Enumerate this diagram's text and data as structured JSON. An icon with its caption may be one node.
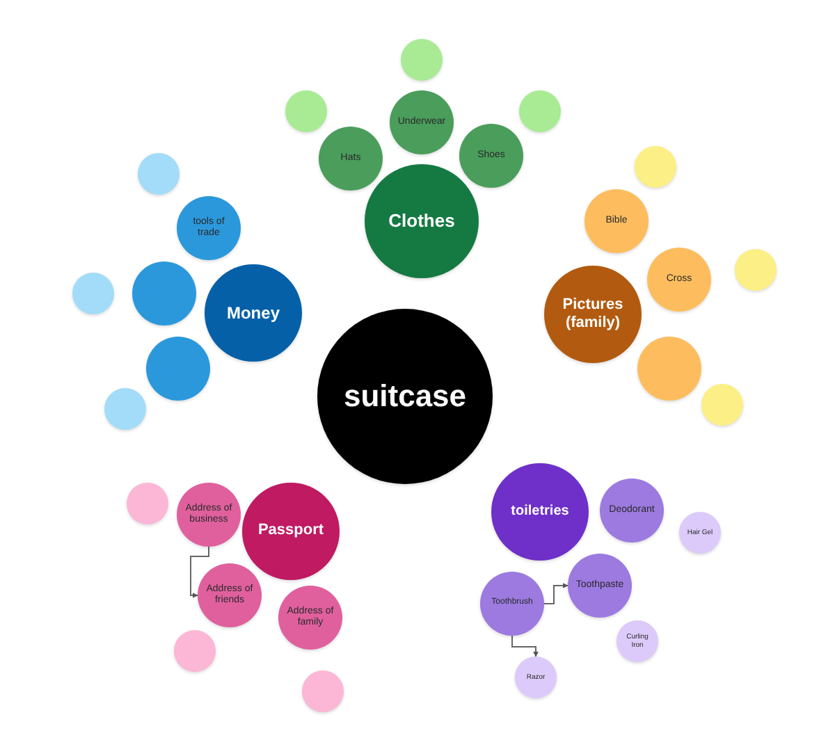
{
  "diagram": {
    "nodes": [
      {
        "text": [
          "suitcase"
        ]
      },
      {
        "text": [
          "Clothes"
        ]
      },
      {
        "text": [
          "Hats"
        ]
      },
      {
        "text": [
          "Underwear"
        ]
      },
      {
        "text": [
          "Shoes"
        ]
      },
      {
        "text": [],
        "shape": "circle"
      },
      {
        "text": [],
        "shape": "circle"
      },
      {
        "text": [],
        "shape": "circle"
      },
      {
        "text": [
          "Money"
        ]
      },
      {
        "text": [
          "tools of trade"
        ]
      },
      {
        "text": [],
        "shape": "circle"
      },
      {
        "text": [],
        "shape": "circle"
      },
      {
        "text": [],
        "shape": "circle"
      },
      {
        "text": [],
        "shape": "circle"
      },
      {
        "text": [],
        "shape": "circle"
      },
      {
        "text": [
          "Pictures (family)"
        ]
      },
      {
        "text": [
          "Bible"
        ]
      },
      {
        "text": [
          "Cross"
        ]
      },
      {
        "text": [],
        "shape": "circle"
      },
      {
        "text": [],
        "shape": "circle"
      },
      {
        "text": [],
        "shape": "circle"
      },
      {
        "text": [],
        "shape": "circle"
      },
      {
        "text": [
          "Passport"
        ]
      },
      {
        "text": [
          "Address of business"
        ]
      },
      {
        "text": [
          "Address of friends"
        ]
      },
      {
        "text": [
          "Address of family"
        ]
      },
      {
        "text": [],
        "shape": "circle"
      },
      {
        "text": [],
        "shape": "circle"
      },
      {
        "text": [],
        "shape": "circle"
      },
      {
        "text": [
          "toiletries"
        ]
      },
      {
        "text": [
          "Deodorant"
        ]
      },
      {
        "text": [
          "Hair Gel"
        ]
      },
      {
        "text": [
          "Toothbrush"
        ]
      },
      {
        "text": [
          "Toothpaste"
        ]
      },
      {
        "text": [
          "Curling Iron"
        ]
      },
      {
        "text": [
          "Razor"
        ]
      }
    ],
    "edges": [
      {
        "from": 23,
        "to": 24,
        "arrow": "to"
      },
      {
        "from": 32,
        "to": 33,
        "arrow": "to"
      },
      {
        "from": 32,
        "to": 35,
        "arrow": "to"
      }
    ]
  }
}
